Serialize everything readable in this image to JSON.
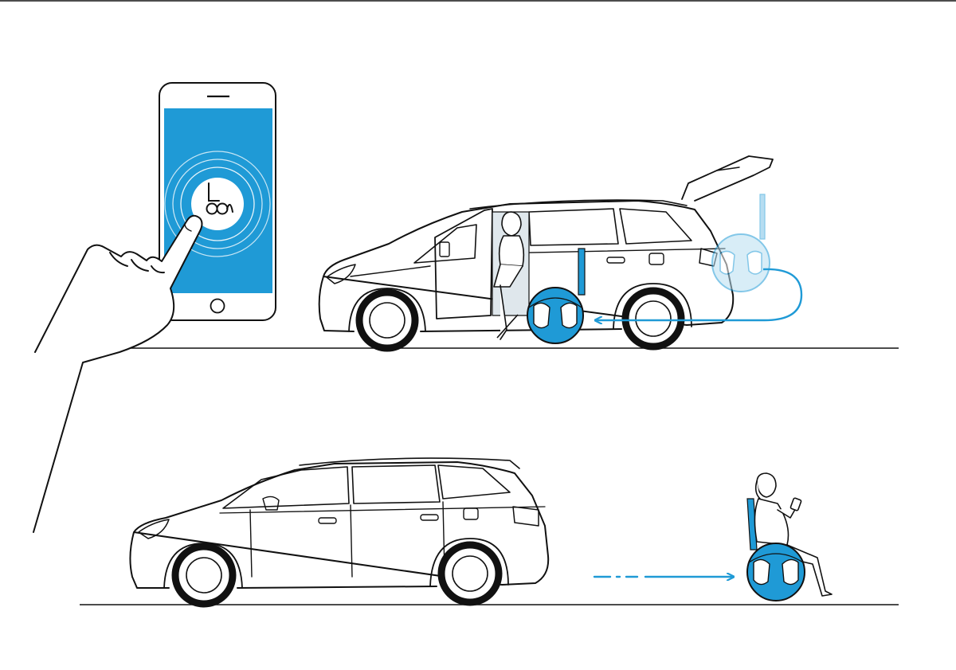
{
  "colors": {
    "line": "#111111",
    "accent": "#1f9ad6",
    "accent_light": "#7cc3e6",
    "accent_fade": "#b9dff2",
    "background": "#ffffff"
  },
  "icons": {
    "app_logo": "wheelchair-logo-icon",
    "signal": "signal-rings-icon",
    "phone_home": "home-button-icon"
  },
  "scenes": [
    {
      "name": "summon-from-car",
      "state": "wheelchair-unfolds-from-trunk"
    },
    {
      "name": "send-to-car",
      "state": "wheelchair-drives-to-user"
    }
  ]
}
